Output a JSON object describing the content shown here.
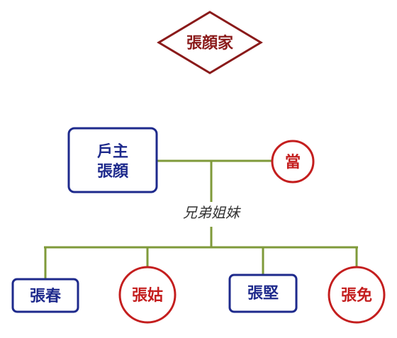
{
  "family_title": "張顔家",
  "head": {
    "role": "戶主",
    "name": "張顔"
  },
  "spouse": {
    "name": "當"
  },
  "relation_label": "兄弟姐妹",
  "siblings": [
    {
      "name": "張春",
      "sex": "male"
    },
    {
      "name": "張姑",
      "sex": "female"
    },
    {
      "name": "張堅",
      "sex": "male"
    },
    {
      "name": "張免",
      "sex": "female"
    }
  ],
  "colors": {
    "male": "#1e2a8c",
    "female": "#c41e1e",
    "family": "#8a1a1a",
    "connector": "#7f9a3a"
  }
}
